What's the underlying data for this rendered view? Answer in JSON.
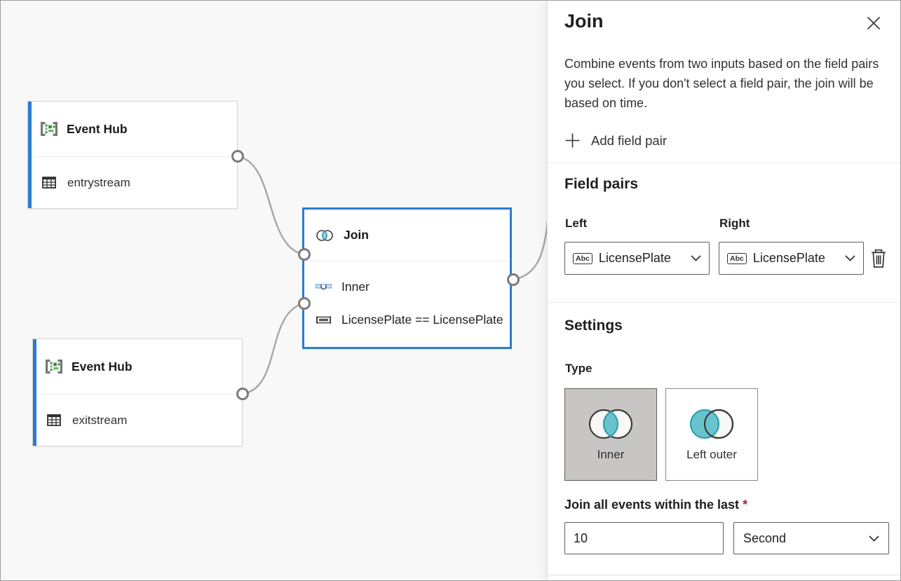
{
  "panel": {
    "title": "Join",
    "description": "Combine events from two inputs based on the field pairs you select. If you don't select a field pair, the join will be based on time.",
    "add_field_pair": {
      "label": "Add field pair"
    },
    "field_pairs": {
      "heading": "Field pairs",
      "left_label": "Left",
      "right_label": "Right",
      "left_value": "LicensePlate",
      "right_value": "LicensePlate",
      "type_badge": "Abc"
    },
    "settings": {
      "heading": "Settings",
      "type_label": "Type",
      "options": [
        {
          "label": "Inner",
          "selected": true
        },
        {
          "label": "Left outer",
          "selected": false
        }
      ],
      "window_label": "Join all events within the last",
      "required_marker": "*",
      "window_value": "10",
      "window_unit": "Second"
    }
  },
  "canvas": {
    "nodes": [
      {
        "type": "event-hub",
        "title": "Event Hub",
        "subtitle": "entrystream"
      },
      {
        "type": "event-hub",
        "title": "Event Hub",
        "subtitle": "exitstream"
      },
      {
        "type": "join",
        "title": "Join",
        "join_type": "Inner",
        "condition": "LicensePlate == LicensePlate"
      }
    ]
  },
  "icons": {
    "close": "x-cross",
    "add": "plus",
    "chevron_down": "v-chevron",
    "trash": "trash-can",
    "event_hub": "brackets-with-green-blocks",
    "table": "grid",
    "venn_inner": "two-circles-intersection-filled",
    "venn_left_outer": "two-circles-left-filled",
    "field_type": "Abc"
  },
  "colors": {
    "accent_blue": "#2b7cd3",
    "teal_fill": "#69c3cd",
    "teal_stroke": "#2e9fad",
    "selected_tile_bg": "#c8c6c4",
    "required_red": "#a4262c",
    "canvas_bg": "#f8f8f8",
    "wire_gray": "#a8a6a4",
    "event_hub_green": "#399b39"
  }
}
